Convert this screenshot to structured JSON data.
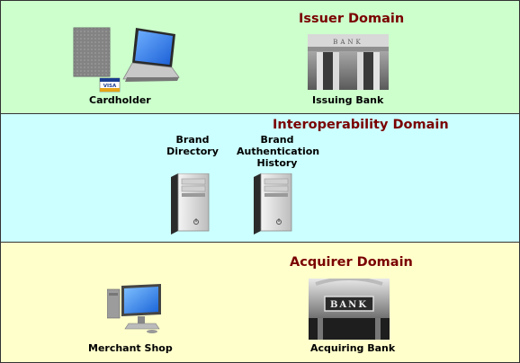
{
  "domains": {
    "issuer": {
      "title": "Issuer Domain",
      "nodes": {
        "cardholder": {
          "label": "Cardholder",
          "icon": "cardholder-laptop-card-icon"
        },
        "issuing_bank": {
          "label": "Issuing Bank",
          "icon": "bank-building-icon"
        }
      }
    },
    "interoperability": {
      "title": "Interoperability Domain",
      "nodes": {
        "brand_directory": {
          "label_line1": "Brand",
          "label_line2": "Directory",
          "icon": "server-tower-icon"
        },
        "brand_auth_history": {
          "label_line1": "Brand",
          "label_line2": "Authentication",
          "label_line3": "History",
          "icon": "server-tower-icon"
        }
      }
    },
    "acquirer": {
      "title": "Acquirer Domain",
      "nodes": {
        "merchant_shop": {
          "label": "Merchant Shop",
          "icon": "desktop-computer-icon"
        },
        "acquiring_bank": {
          "label": "Acquiring Bank",
          "icon": "bank-sign-icon"
        }
      }
    }
  },
  "colors": {
    "issuer_bg": "#ccffcc",
    "interop_bg": "#ccffff",
    "acquirer_bg": "#ffffcc",
    "title_text": "#7a0000"
  },
  "card_brand_text": "VISA"
}
